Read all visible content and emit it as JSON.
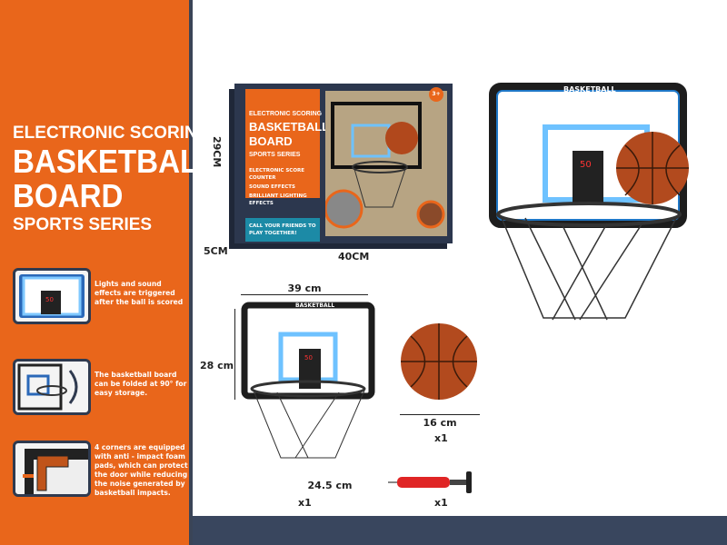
{
  "left_panel": {
    "title_line1": "ELECTRONIC SCORING",
    "title_line2": "BASKETBALL",
    "title_line3": "BOARD",
    "title_line4": "SPORTS SERIES",
    "features": [
      {
        "icon": "lit-backboard",
        "text": "Lights and sound effects are triggered after the ball is scored"
      },
      {
        "icon": "fold-arrow",
        "text": "The basketball board can be folded at 90° for easy storage."
      },
      {
        "icon": "foam-pad",
        "text": "4 corners are equipped with anti - impact foam pads, which can protect the door while reducing the noise generated by basketball impacts."
      }
    ]
  },
  "package": {
    "brand_title1": "ELECTRONIC SCORING",
    "brand_title2": "BASKETBALL",
    "brand_title3": "BOARD",
    "brand_title4": "SPORTS SERIES",
    "age": "3+",
    "bullets": [
      "ELECTRONIC SCORE COUNTER",
      "SOUND EFFECTS",
      "BRILLIANT LIGHTING EFFECTS"
    ],
    "cta": "CALL YOUR FRIENDS TO PLAY TOGETHER!",
    "height": "29CM",
    "depth": "5CM",
    "width": "40CM"
  },
  "backboard_label": "BASKETBALL",
  "score_display": "50",
  "contents": {
    "board_width": "39 cm",
    "board_height": "28 cm",
    "board_qty": "x1",
    "ball_size": "16 cm",
    "ball_qty": "x1",
    "rim_size": "24.5 cm",
    "pump_qty": "x1"
  },
  "colors": {
    "orange": "#e9661b",
    "navy": "#2c374e",
    "led_blue": "#4aa8ff"
  }
}
